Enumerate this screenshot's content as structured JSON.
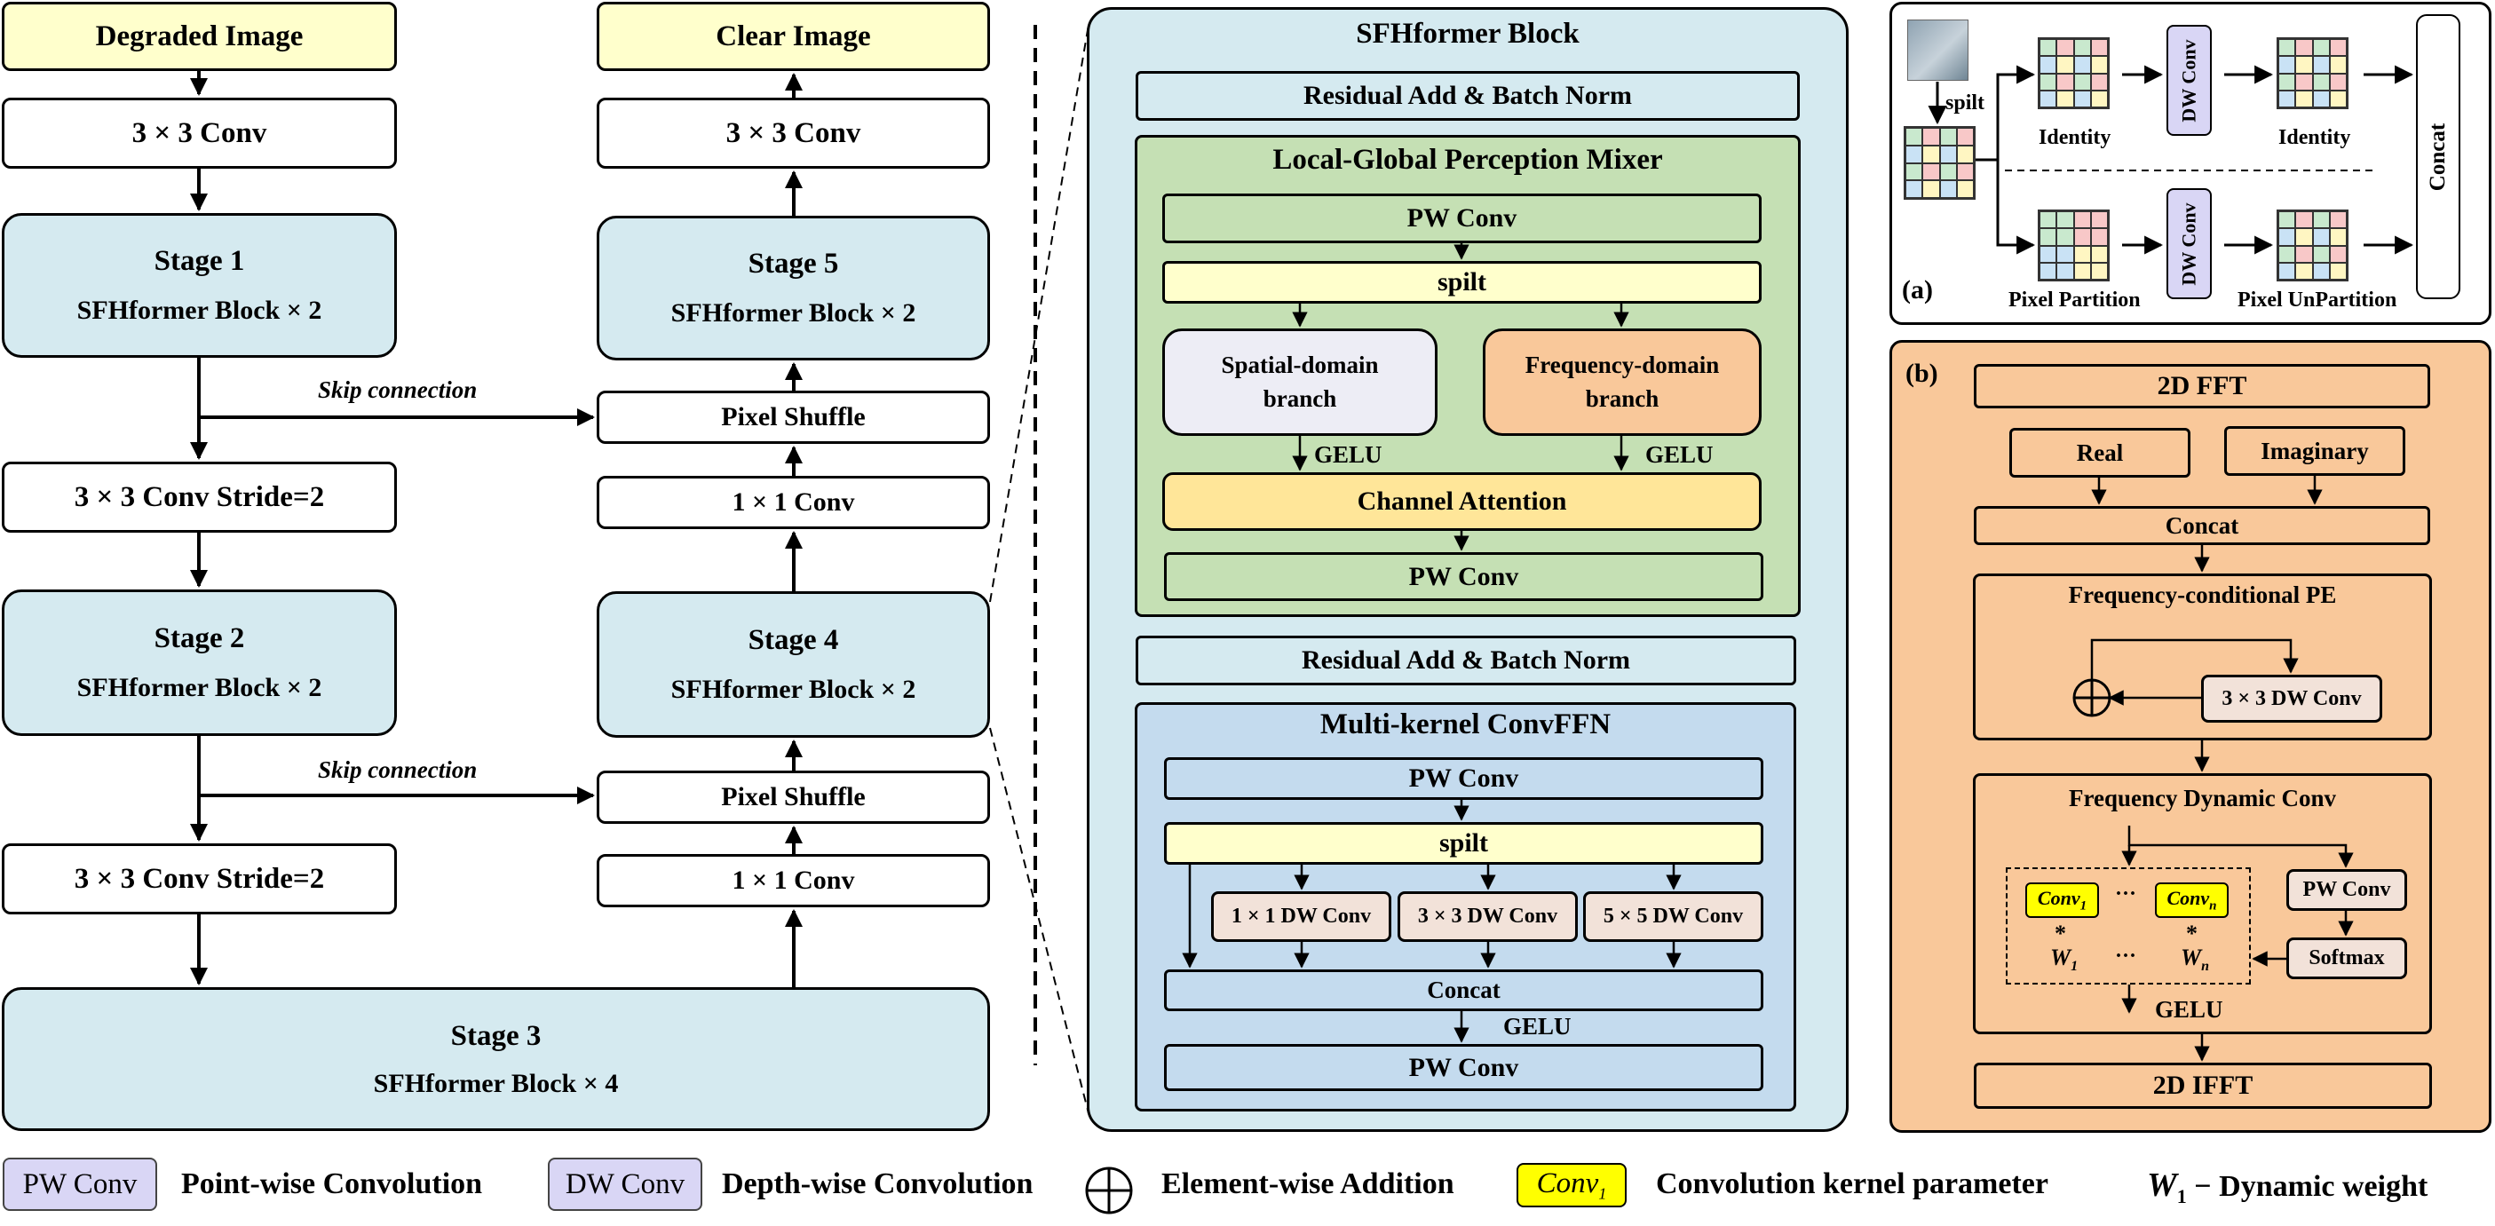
{
  "pipeline": {
    "degraded_image": "Degraded Image",
    "clear_image": "Clear Image",
    "conv3x3": "3 × 3 Conv",
    "conv3x3_stride": "3 × 3 Conv  Stride=2",
    "conv1x1": "1 × 1 Conv",
    "pixel_shuffle": "Pixel Shuffle",
    "skip_connection": "Skip connection",
    "stage1": {
      "title": "Stage 1",
      "sub": "SFHformer Block  × 2"
    },
    "stage2": {
      "title": "Stage 2",
      "sub": "SFHformer Block × 2"
    },
    "stage3": {
      "title": "Stage 3",
      "sub": "SFHformer Block × 4"
    },
    "stage4": {
      "title": "Stage 4",
      "sub": "SFHformer Block × 2"
    },
    "stage5": {
      "title": "Stage 5",
      "sub": "SFHformer Block × 2"
    }
  },
  "sfh_block": {
    "title": "SFHformer Block",
    "residual": "Residual Add  &  Batch Norm",
    "lgpm": {
      "title": "Local-Global Perception Mixer",
      "pw_conv": "PW Conv",
      "spilt": "spilt",
      "spatial": "Spatial-domain branch",
      "frequency": "Frequency-domain branch",
      "gelu": "GELU",
      "channel_attention": "Channel Attention"
    },
    "ffn": {
      "title": "Multi-kernel ConvFFN",
      "pw_conv": "PW Conv",
      "spilt": "spilt",
      "dw1": "1 × 1 DW Conv",
      "dw3": "3 × 3 DW Conv",
      "dw5": "5 × 5 DW Conv",
      "concat": "Concat",
      "gelu": "GELU"
    }
  },
  "panel_a": {
    "label": "(a)",
    "spilt": "spilt",
    "identity": "Identity",
    "dw_conv": "DW Conv",
    "pixel_partition": "Pixel Partition",
    "pixel_unpartition": "Pixel UnPartition",
    "concat": "Concat"
  },
  "panel_b": {
    "label": "(b)",
    "fft": "2D  FFT",
    "real": "Real",
    "imaginary": "Imaginary",
    "concat": "Concat",
    "fcpe": "Frequency-conditional PE",
    "dw3": "3 × 3 DW Conv",
    "fdc": "Frequency Dynamic Conv",
    "conv1": "Conv",
    "conv1_sub": "1",
    "convn": "Conv",
    "convn_sub": "n",
    "ellipsis": "···",
    "star": "*",
    "w1": "W",
    "w1_sub": "1",
    "wn": "W",
    "wn_sub": "n",
    "pw_conv": "PW Conv",
    "softmax": "Softmax",
    "gelu": "GELU",
    "ifft": "2D  IFFT"
  },
  "legend": {
    "pw_box": "PW Conv",
    "pw_text": "Point-wise Convolution",
    "dw_box": "DW Conv",
    "dw_text": "Depth-wise Convolution",
    "add_text": "Element-wise Addition",
    "conv_box": "Conv",
    "conv_sub": "1",
    "conv_text": "Convolution kernel parameter",
    "w_sym": "W",
    "w_sub": "1",
    "w_text": " − Dynamic weight"
  },
  "colors": {
    "yellow": "#ffffcc",
    "cyan": "#d5eaf0",
    "green": "#c5e0b4",
    "blue": "#c4dbee",
    "peach": "#f9c89a",
    "gold": "#ffe699",
    "purple": "#d9d6f5",
    "highlight": "#ffff00"
  }
}
